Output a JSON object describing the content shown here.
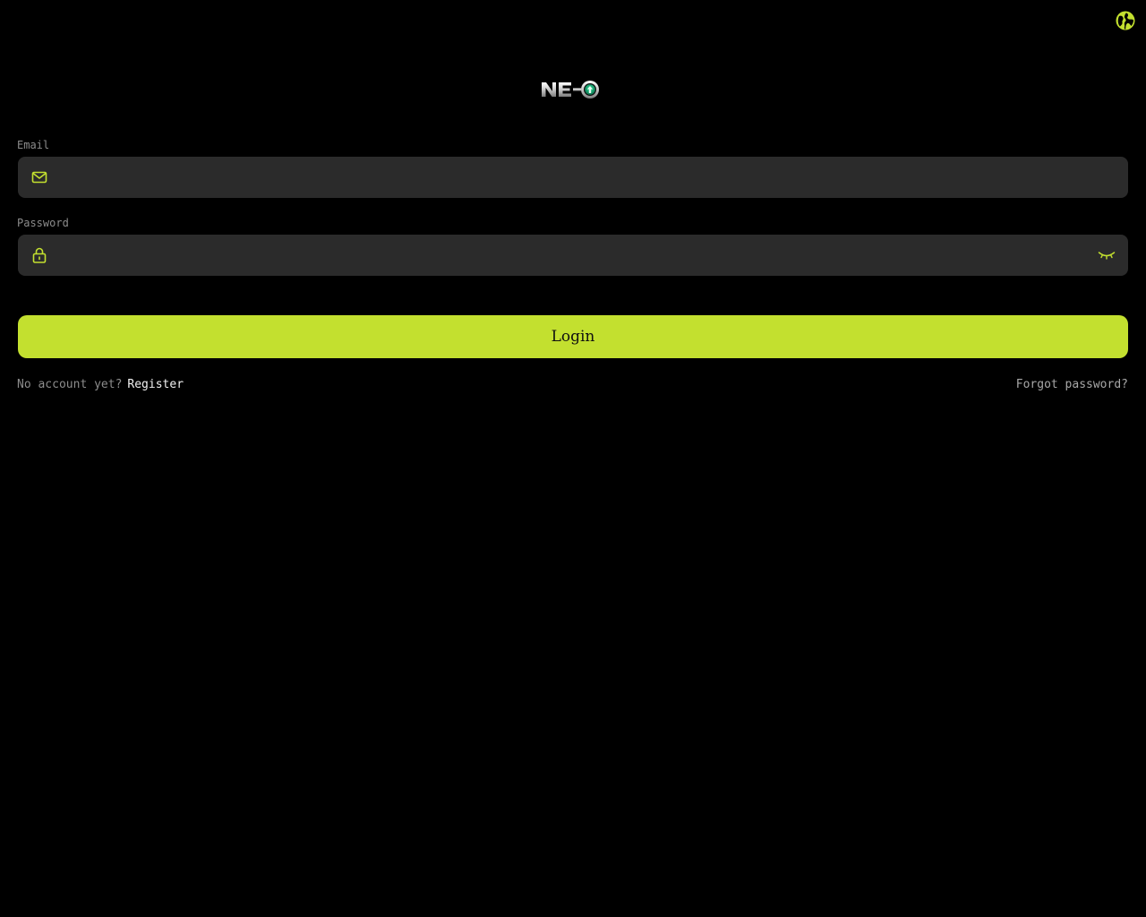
{
  "header": {
    "language_icon": "globe-icon"
  },
  "brand": {
    "logo_text": "NEO"
  },
  "form": {
    "email": {
      "label": "Email",
      "value": "",
      "placeholder": "",
      "icon": "mail-icon"
    },
    "password": {
      "label": "Password",
      "value": "",
      "placeholder": "",
      "icon": "lock-icon",
      "toggle_icon": "eye-closed-icon"
    },
    "login_label": "Login"
  },
  "footer": {
    "no_account_text": "No account yet?",
    "register_label": "Register",
    "forgot_label": "Forgot password?"
  },
  "colors": {
    "accent": "#c3e02f",
    "background": "#000000",
    "field_bg": "#2b2b2b"
  }
}
